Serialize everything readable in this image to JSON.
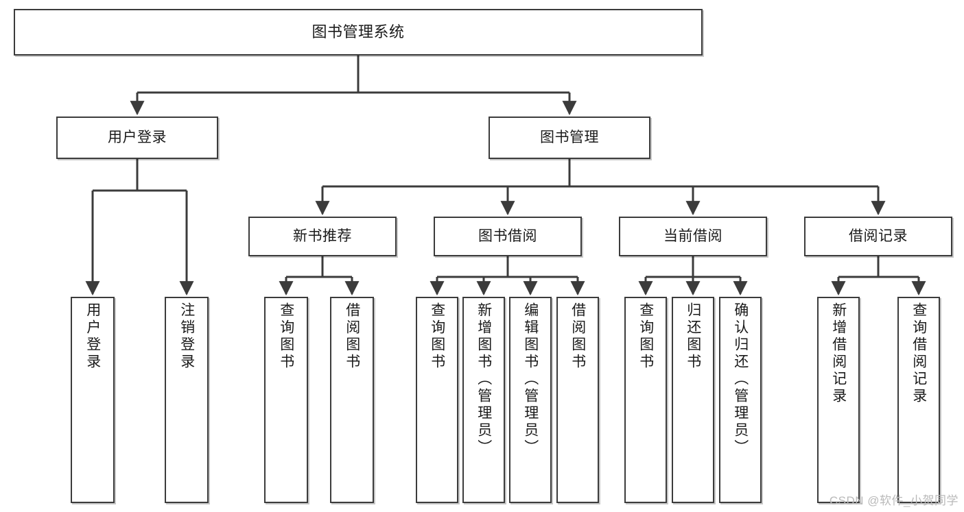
{
  "diagram": {
    "title": "图书管理系统",
    "type": "tree-hierarchy-chart",
    "root": {
      "label": "图书管理系统"
    },
    "level2": [
      {
        "label": "用户登录"
      },
      {
        "label": "图书管理"
      }
    ],
    "level3": [
      {
        "label": "新书推荐"
      },
      {
        "label": "图书借阅"
      },
      {
        "label": "当前借阅"
      },
      {
        "label": "借阅记录"
      }
    ],
    "leaves": {
      "user_login": [
        {
          "label": "用户登录"
        },
        {
          "label": "注销登录"
        }
      ],
      "new_book_recommend": [
        {
          "label": "查询图书"
        },
        {
          "label": "借阅图书"
        }
      ],
      "book_borrow": [
        {
          "label": "查询图书"
        },
        {
          "label": "新增图书（管理员）"
        },
        {
          "label": "编辑图书（管理员）"
        },
        {
          "label": "借阅图书"
        }
      ],
      "current_borrow": [
        {
          "label": "查询图书"
        },
        {
          "label": "归还图书"
        },
        {
          "label": "确认归还（管理员）"
        }
      ],
      "borrow_record": [
        {
          "label": "新增借阅记录"
        },
        {
          "label": "查询借阅记录"
        }
      ]
    }
  },
  "watermark": {
    "text": "CSDN @软件_小贺同学"
  },
  "colors": {
    "border": "#3b3b3b",
    "background": "#ffffff",
    "text": "#1a1a1a",
    "watermark": "#b9b9b9"
  }
}
